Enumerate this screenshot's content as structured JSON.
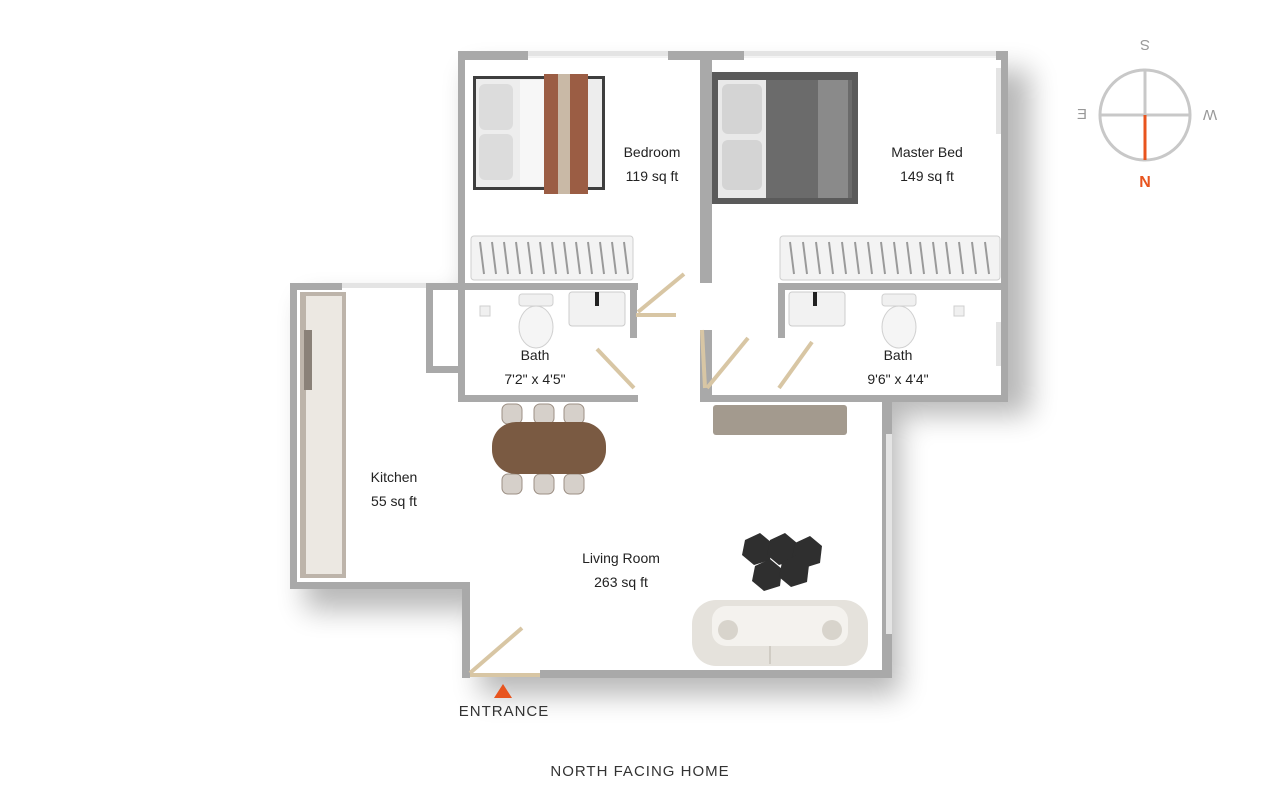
{
  "rooms": {
    "bedroom": {
      "name": "Bedroom",
      "area": "119 sq ft"
    },
    "master_bed": {
      "name": "Master Bed",
      "area": "149 sq ft"
    },
    "bath_left": {
      "name": "Bath",
      "dims": "7'2\" x 4'5\""
    },
    "bath_right": {
      "name": "Bath",
      "dims": "9'6\" x 4'4\""
    },
    "kitchen": {
      "name": "Kitchen",
      "area": "55 sq ft"
    },
    "living_room": {
      "name": "Living Room",
      "area": "263 sq ft"
    }
  },
  "entrance_label": "ENTRANCE",
  "footer_title": "NORTH FACING HOME",
  "compass": {
    "north": "N",
    "south": "S",
    "east": "E",
    "west": "W"
  },
  "colors": {
    "wall": "#a9a9a9",
    "accent": "#e8541e",
    "floor": "#ffffff",
    "door": "#d8c6a4"
  }
}
